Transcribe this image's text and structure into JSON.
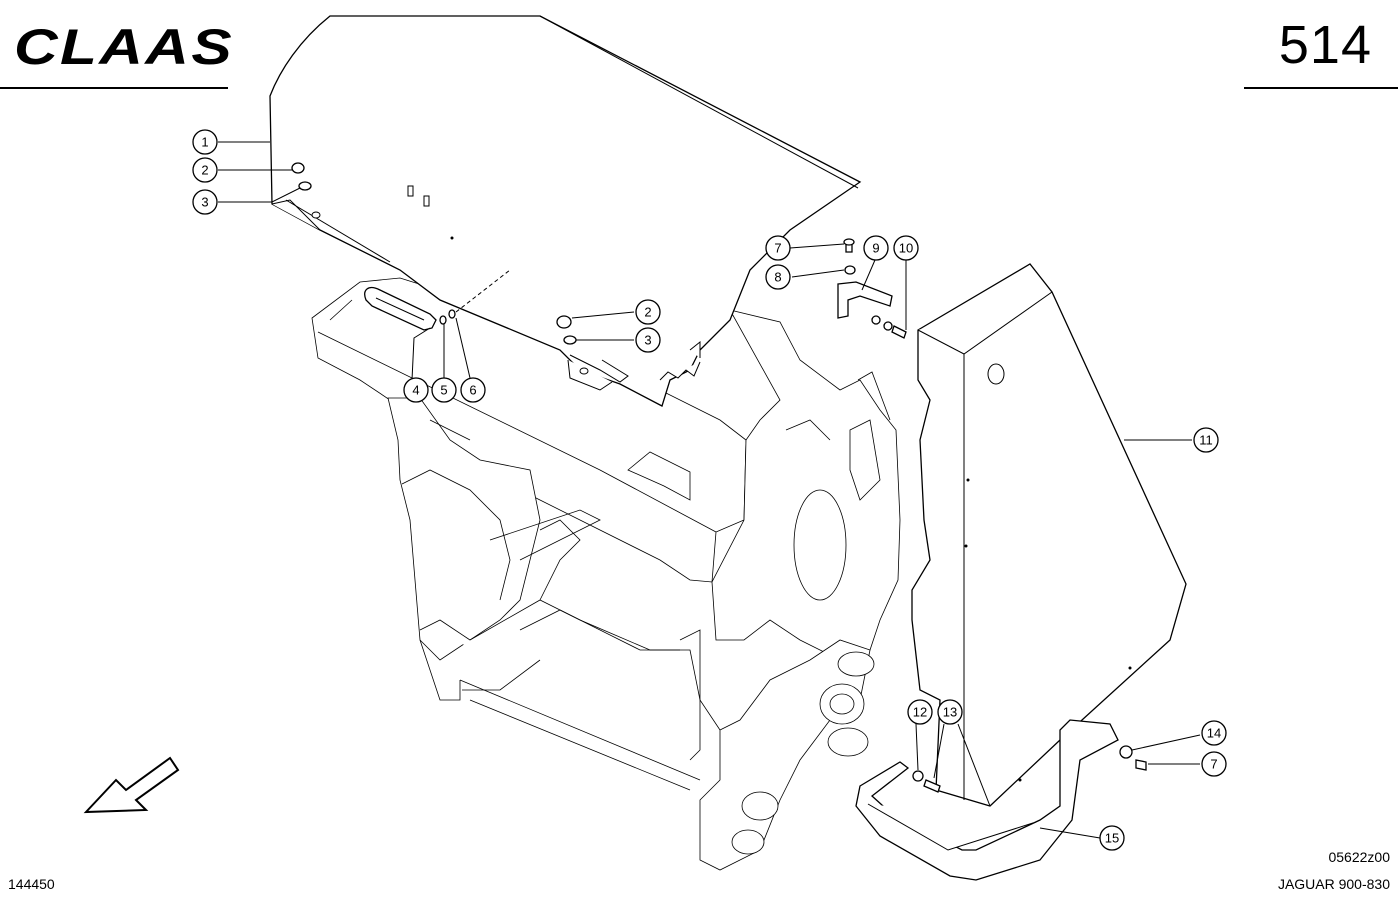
{
  "header": {
    "brand": "CLAAS",
    "page_number": "514"
  },
  "footer": {
    "doc_id": "144450",
    "drawing_code": "05622z00",
    "model": "JAGUAR 900-830"
  },
  "callouts": [
    {
      "label": "1"
    },
    {
      "label": "2"
    },
    {
      "label": "3"
    },
    {
      "label": "2"
    },
    {
      "label": "3"
    },
    {
      "label": "4"
    },
    {
      "label": "5"
    },
    {
      "label": "6"
    },
    {
      "label": "7"
    },
    {
      "label": "8"
    },
    {
      "label": "9"
    },
    {
      "label": "10"
    },
    {
      "label": "11"
    },
    {
      "label": "12"
    },
    {
      "label": "13"
    },
    {
      "label": "14"
    },
    {
      "label": "7"
    },
    {
      "label": "15"
    }
  ],
  "icons": {
    "direction": "direction-arrow-icon",
    "brand": "claas-logo-icon"
  }
}
